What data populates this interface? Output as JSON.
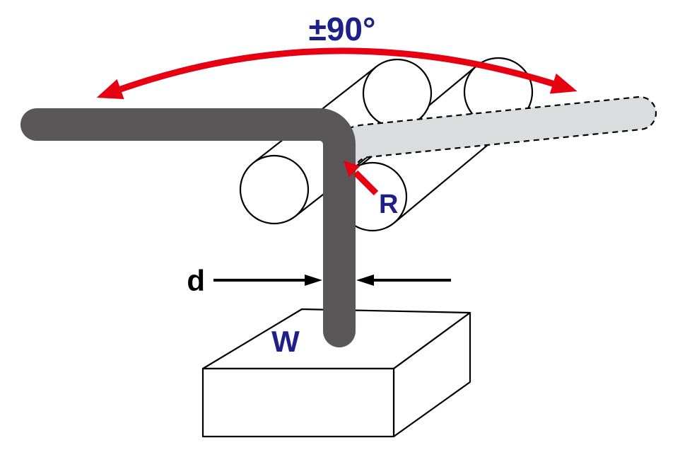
{
  "diagram": {
    "labels": {
      "angle": "±90°",
      "radius": "R",
      "diameter": "d",
      "weight": "W"
    },
    "colors": {
      "wire_dark": "#595757",
      "wire_light": "#dbdcdd",
      "outline": "#000000",
      "arrow_red": "#e60012",
      "label_blue": "#1d2088",
      "background": "#ffffff"
    }
  }
}
